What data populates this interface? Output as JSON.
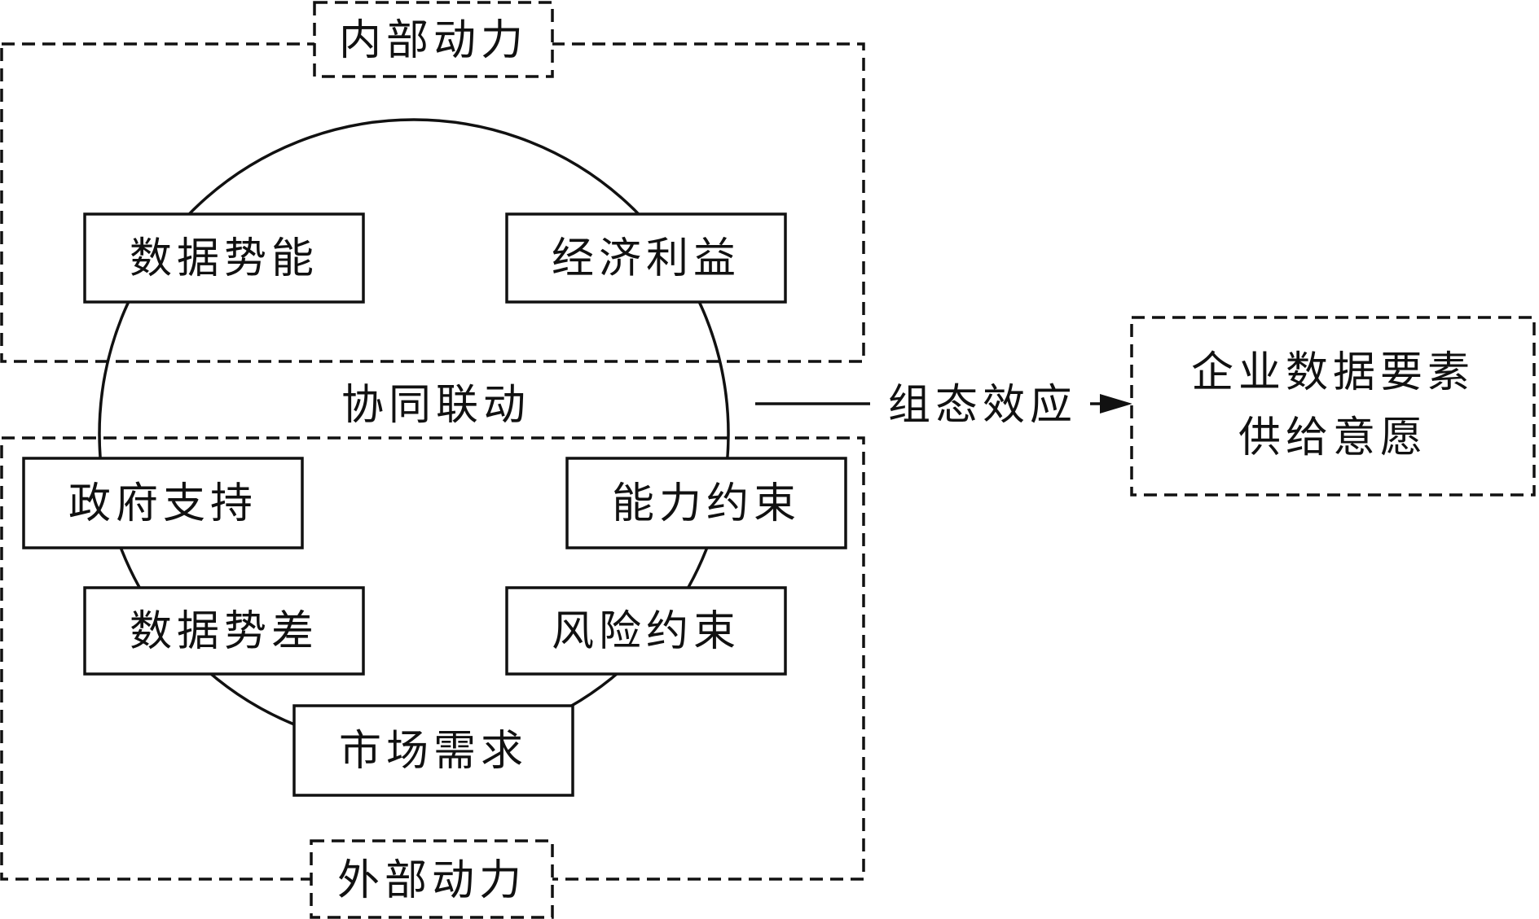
{
  "groups": {
    "internal_label": "内部动力",
    "external_label": "外部动力"
  },
  "nodes": {
    "data_potential": "数据势能",
    "economic_benefit": "经济利益",
    "government_support": "政府支持",
    "capability_constraint": "能力约束",
    "data_gap": "数据势差",
    "risk_constraint": "风险约束",
    "market_demand": "市场需求"
  },
  "center_label": "协同联动",
  "edge_label": "组态效应",
  "outcome": {
    "line1": "企业数据要素",
    "line2": "供给意愿"
  },
  "colors": {
    "stroke": "#111111",
    "background": "#ffffff"
  }
}
